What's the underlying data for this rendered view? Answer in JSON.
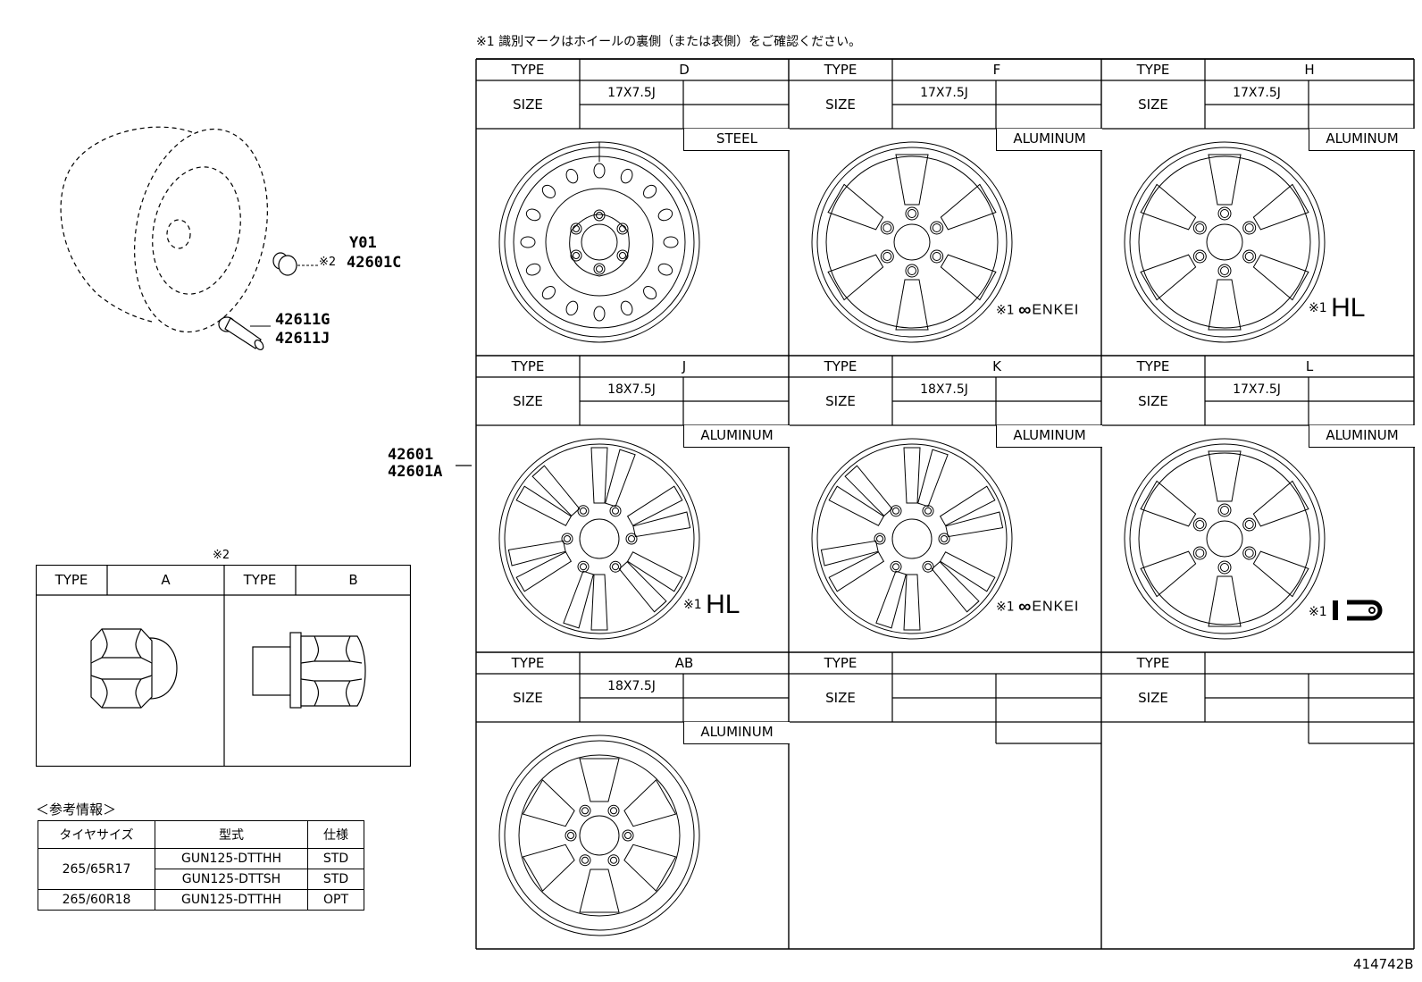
{
  "top_note": "※1 識別マークはホイールの裏側（または表側）をご確認ください。",
  "diagram_id": "414742B",
  "main_ref": {
    "line1": "42601",
    "line2": "42601A"
  },
  "parts": {
    "nut_code": "Y01",
    "nut_note": "※2",
    "nut_pn": "42601C",
    "valve_pn1": "42611G",
    "valve_pn2": "42611J"
  },
  "labels": {
    "type": "TYPE",
    "size": "SIZE"
  },
  "wheels": [
    {
      "type": "D",
      "size": "17X7.5J",
      "material": "STEEL",
      "mark_prefix": "",
      "mark": ""
    },
    {
      "type": "F",
      "size": "17X7.5J",
      "material": "ALUMINUM",
      "mark_prefix": "※1",
      "mark": "ENKEI"
    },
    {
      "type": "H",
      "size": "17X7.5J",
      "material": "ALUMINUM",
      "mark_prefix": "※1",
      "mark": "HL"
    },
    {
      "type": "J",
      "size": "18X7.5J",
      "material": "ALUMINUM",
      "mark_prefix": "※1",
      "mark": "HL"
    },
    {
      "type": "K",
      "size": "18X7.5J",
      "material": "ALUMINUM",
      "mark_prefix": "※1",
      "mark": "ENKEI"
    },
    {
      "type": "L",
      "size": "17X7.5J",
      "material": "ALUMINUM",
      "mark_prefix": "※1",
      "mark": "logo"
    },
    {
      "type": "AB",
      "size": "18X7.5J",
      "material": "ALUMINUM",
      "mark_prefix": "",
      "mark": ""
    },
    {
      "type": "",
      "size": "",
      "material": "",
      "mark_prefix": "",
      "mark": ""
    },
    {
      "type": "",
      "size": "",
      "material": "",
      "mark_prefix": "",
      "mark": ""
    }
  ],
  "nut_table": {
    "note": "※2",
    "type_label": "TYPE",
    "type_a": "A",
    "type_b": "B"
  },
  "reference": {
    "title": "＜参考情報＞",
    "headers": [
      "タイヤサイズ",
      "型式",
      "仕様"
    ],
    "rows": [
      {
        "tire": "265/65R17",
        "model": "GUN125-DTTHH",
        "spec": "STD"
      },
      {
        "tire": "",
        "model": "GUN125-DTTSH",
        "spec": "STD"
      },
      {
        "tire": "265/60R18",
        "model": "GUN125-DTTHH",
        "spec": "OPT"
      }
    ]
  }
}
